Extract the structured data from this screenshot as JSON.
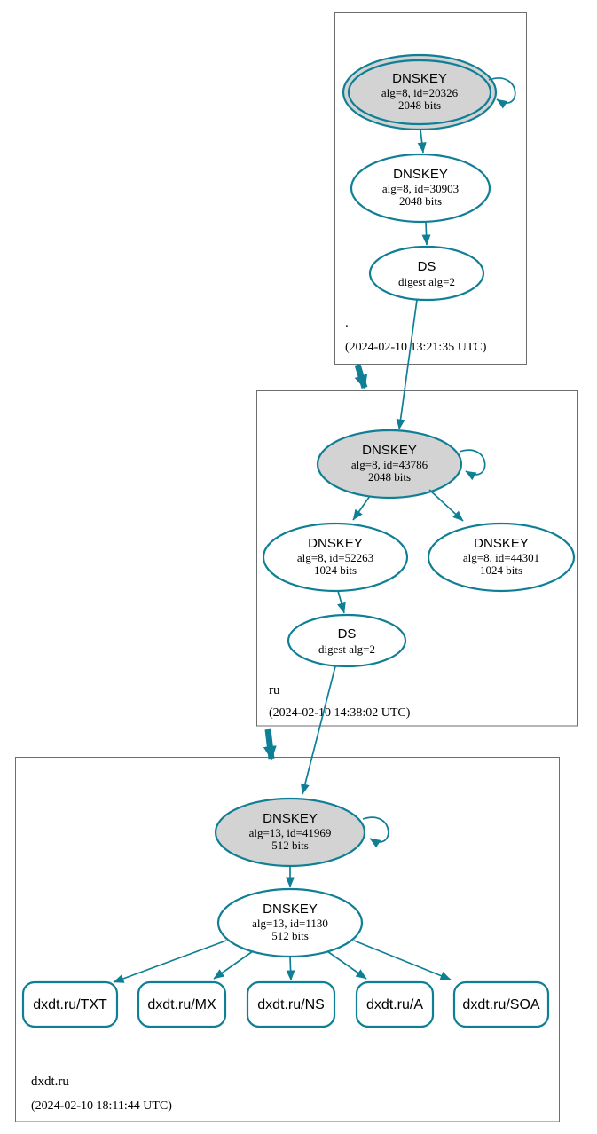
{
  "colors": {
    "accent": "#0f7f95",
    "ksk_fill": "#d3d3d3",
    "zone_border": "#6e6e6e",
    "text": "#000000"
  },
  "zones": {
    "root": {
      "label": ".",
      "timestamp": "(2024-02-10 13:21:35 UTC)",
      "ksk": {
        "title": "DNSKEY",
        "detail": "alg=8, id=20326",
        "bits": "2048 bits"
      },
      "zsk": {
        "title": "DNSKEY",
        "detail": "alg=8, id=30903",
        "bits": "2048 bits"
      },
      "ds": {
        "title": "DS",
        "detail": "digest alg=2"
      }
    },
    "ru": {
      "label": "ru",
      "timestamp": "(2024-02-10 14:38:02 UTC)",
      "ksk": {
        "title": "DNSKEY",
        "detail": "alg=8, id=43786",
        "bits": "2048 bits"
      },
      "zsk": {
        "title": "DNSKEY",
        "detail": "alg=8, id=52263",
        "bits": "1024 bits"
      },
      "key2": {
        "title": "DNSKEY",
        "detail": "alg=8, id=44301",
        "bits": "1024 bits"
      },
      "ds": {
        "title": "DS",
        "detail": "digest alg=2"
      }
    },
    "dxdt": {
      "label": "dxdt.ru",
      "timestamp": "(2024-02-10 18:11:44 UTC)",
      "ksk": {
        "title": "DNSKEY",
        "detail": "alg=13, id=41969",
        "bits": "512 bits"
      },
      "zsk": {
        "title": "DNSKEY",
        "detail": "alg=13, id=1130",
        "bits": "512 bits"
      },
      "rrsets": {
        "txt": "dxdt.ru/TXT",
        "mx": "dxdt.ru/MX",
        "ns": "dxdt.ru/NS",
        "a": "dxdt.ru/A",
        "soa": "dxdt.ru/SOA"
      }
    }
  }
}
